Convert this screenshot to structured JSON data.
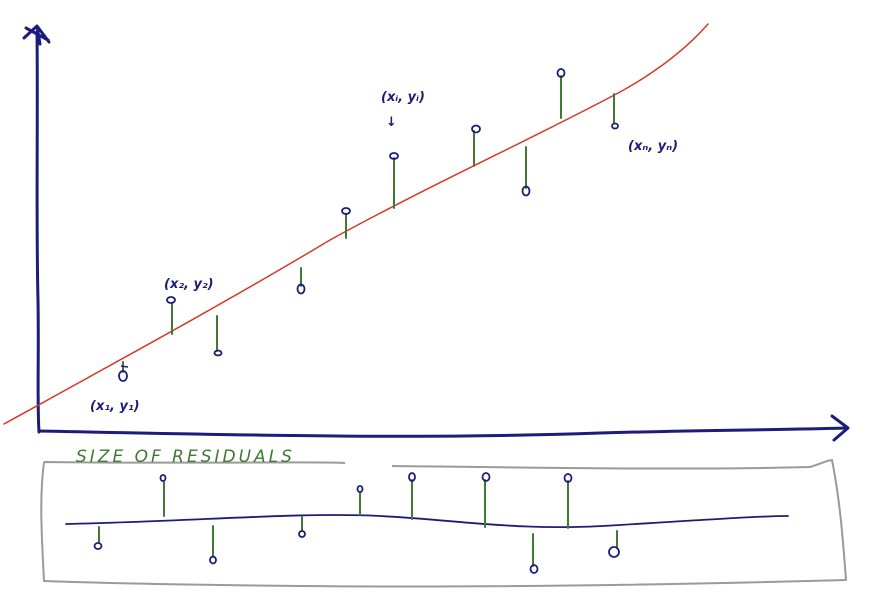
{
  "colors": {
    "axis": "#1c1c7a",
    "fit_line": "#d33a2c",
    "residual": "#3f7a33",
    "point": "#1c1c7a",
    "panel_border": "#9a9a9a",
    "panel_title": "#3f7a33"
  },
  "annotations": {
    "point_1": "(x₁, y₁)",
    "point_2": "(x₂, y₂)",
    "point_i": "(xᵢ, yᵢ)",
    "point_n": "(xₙ, yₙ)",
    "arrow": "↓"
  },
  "residual_panel": {
    "title": "SIZE OF RESIDUALS"
  }
}
